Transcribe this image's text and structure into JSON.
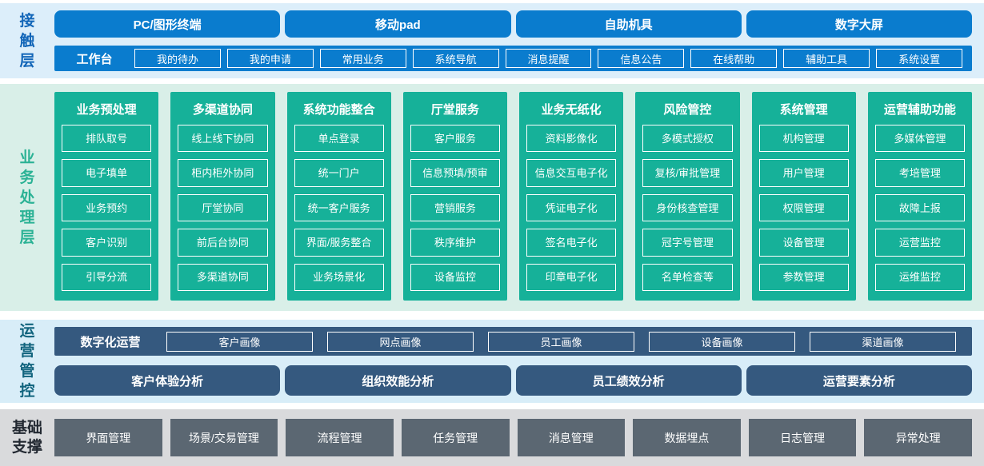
{
  "layers": {
    "contact": {
      "label": "接触层",
      "channels": [
        "PC/图形终端",
        "移动pad",
        "自助机具",
        "数字大屏"
      ],
      "workbench": {
        "label": "工作台",
        "items": [
          "我的待办",
          "我的申请",
          "常用业务",
          "系统导航",
          "消息提醒",
          "信息公告",
          "在线帮助",
          "辅助工具",
          "系统设置"
        ]
      }
    },
    "business": {
      "label": "业务处理层",
      "columns": [
        {
          "title": "业务预处理",
          "items": [
            "排队取号",
            "电子填单",
            "业务预约",
            "客户识别",
            "引导分流"
          ]
        },
        {
          "title": "多渠道协同",
          "items": [
            "线上线下协同",
            "柜内柜外协同",
            "厅堂协同",
            "前后台协同",
            "多渠道协同"
          ]
        },
        {
          "title": "系统功能整合",
          "items": [
            "单点登录",
            "统一门户",
            "统一客户服务",
            "界面/服务整合",
            "业务场景化"
          ]
        },
        {
          "title": "厅堂服务",
          "items": [
            "客户服务",
            "信息预填/预审",
            "营销服务",
            "秩序维护",
            "设备监控"
          ]
        },
        {
          "title": "业务无纸化",
          "items": [
            "资料影像化",
            "信息交互电子化",
            "凭证电子化",
            "签名电子化",
            "印章电子化"
          ]
        },
        {
          "title": "风险管控",
          "items": [
            "多模式授权",
            "复核/审批管理",
            "身份核查管理",
            "冠字号管理",
            "名单检查等"
          ]
        },
        {
          "title": "系统管理",
          "items": [
            "机构管理",
            "用户管理",
            "权限管理",
            "设备管理",
            "参数管理"
          ]
        },
        {
          "title": "运营辅助功能",
          "items": [
            "多媒体管理",
            "考培管理",
            "故障上报",
            "运营监控",
            "运维监控"
          ]
        }
      ]
    },
    "operations": {
      "label": "运营管控",
      "digital_ops": {
        "label": "数字化运营",
        "items": [
          "客户画像",
          "网点画像",
          "员工画像",
          "设备画像",
          "渠道画像"
        ]
      },
      "analysis": [
        "客户体验分析",
        "组织效能分析",
        "员工绩效分析",
        "运营要素分析"
      ]
    },
    "foundation": {
      "label": "基础支撑",
      "items": [
        "界面管理",
        "场景/交易管理",
        "流程管理",
        "任务管理",
        "消息管理",
        "数据埋点",
        "日志管理",
        "异常处理"
      ]
    }
  },
  "colors": {
    "primary_blue": "#0a7cce",
    "teal_green": "#16b199",
    "steel_blue": "#35597f",
    "slate_gray": "#5b6772",
    "contact_band_bg": "#dceefa",
    "business_band_bg": "#d9efe8",
    "operations_band_bg": "#d8edf8",
    "foundation_band_bg": "#d9dadc",
    "contact_label_color": "#1266b8",
    "business_label_color": "#2bb295",
    "operations_label_color": "#11647e",
    "foundation_label_color": "#222831"
  }
}
